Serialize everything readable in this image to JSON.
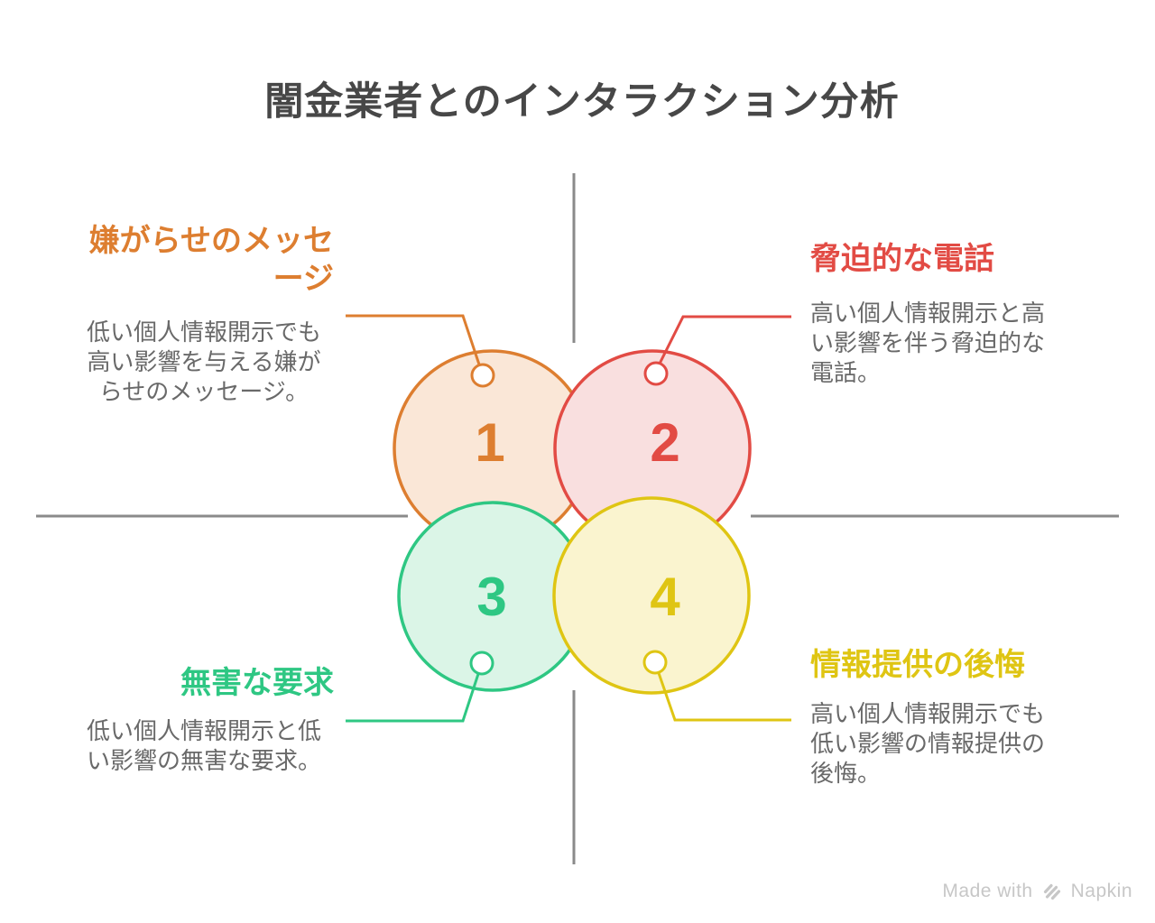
{
  "title": {
    "text": "闇金業者とのインタラクション分析",
    "color": "#474747"
  },
  "axes": {
    "color": "#8A8A8A"
  },
  "body_text_color": "#696969",
  "background_color": "#ffffff",
  "quadrants": [
    {
      "number": "1",
      "label": "嫌がらせのメッセ\nージ",
      "description": "低い個人情報開示でも\n高い影響を与える嫌が\nらせのメッセージ。",
      "color": "#DD7E30",
      "fill": "#FAE7D7"
    },
    {
      "number": "2",
      "label": "脅迫的な電話",
      "description": "高い個人情報開示と高\nい影響を伴う脅迫的な\n電話。",
      "color": "#E24B44",
      "fill": "#F9DFDF"
    },
    {
      "number": "3",
      "label": "無害な要求",
      "description": "低い個人情報開示と低\nい影響の無害な要求。",
      "color": "#2EC783",
      "fill": "#DBF5E7"
    },
    {
      "number": "4",
      "label": "情報提供の後悔",
      "description": "高い個人情報開示でも\n低い影響の情報提供の\n後悔。",
      "color": "#DFC513",
      "fill": "#FAF4CF"
    }
  ],
  "watermark": {
    "prefix": "Made with",
    "brand": "Napkin",
    "color": "#C7C7C7"
  }
}
